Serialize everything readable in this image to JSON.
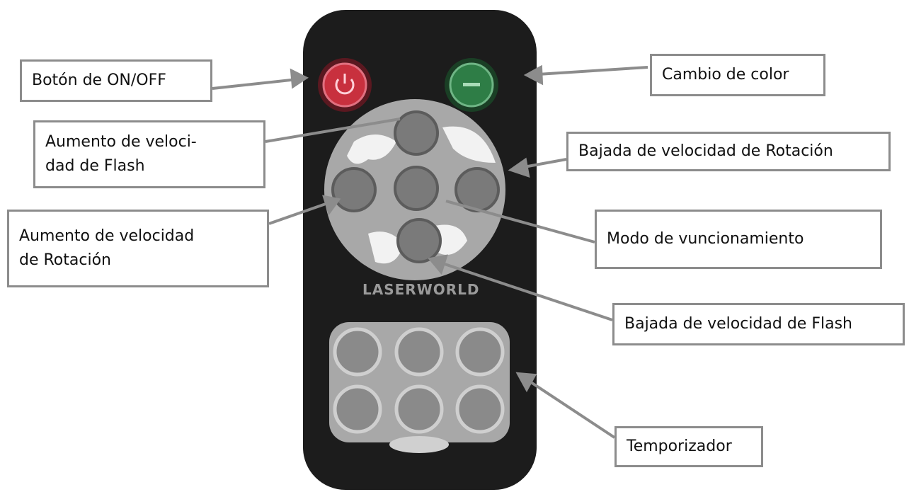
{
  "labels": {
    "power": "Botón de ON/OFF",
    "color_change": "Cambio de color",
    "flash_speed_up": "Aumento de veloci-\ndad de Flash",
    "rotation_speed_down": "Bajada de velocidad de Rotación",
    "rotation_speed_up": "Aumento de velocidad\nde Rotación",
    "operation_mode": "Modo de vuncionamiento",
    "flash_speed_down": "Bajada de velocidad de Flash",
    "timer": "Temporizador"
  },
  "remote": {
    "brand": "LASERWORLD",
    "body_color": "#1c1c1c",
    "power_color": "#c8303e",
    "color_button_color": "#2e7d46",
    "pad_color": "#a8a8a8",
    "timer_button_count": 6
  },
  "colors": {
    "label_border": "#8c8c8c",
    "arrow": "#8c8c8c"
  }
}
